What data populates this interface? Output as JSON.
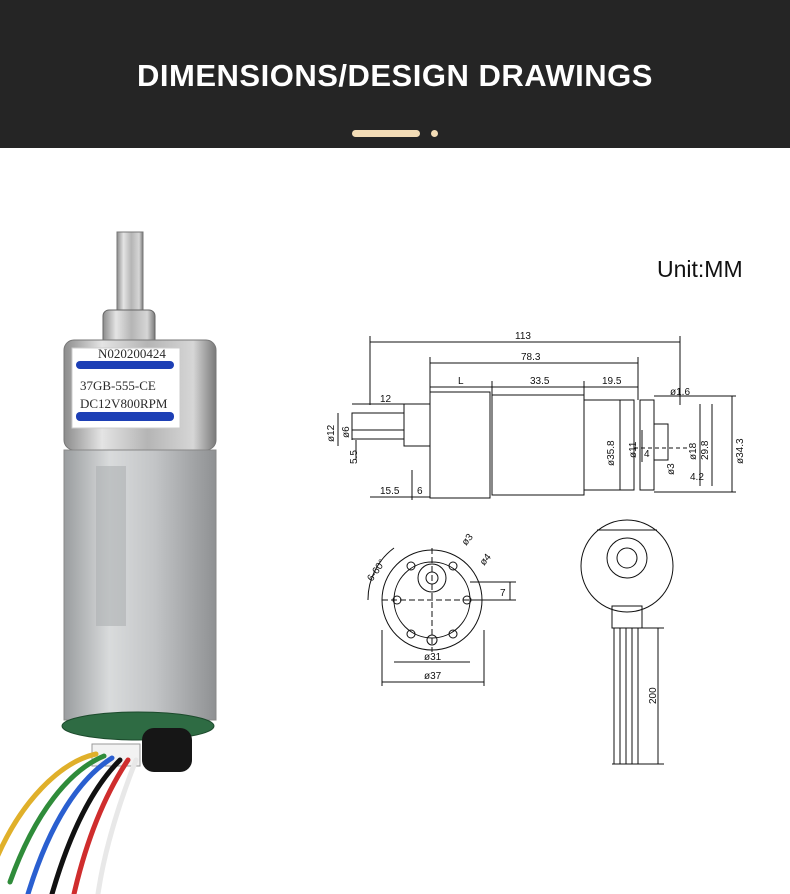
{
  "header": {
    "title": "DIMENSIONS/DESIGN DRAWINGS",
    "background": "#252525",
    "accent_color": "#f3dcb6"
  },
  "unit_label": "Unit:MM",
  "motor_label": {
    "serial": "N020200424",
    "model": "37GB-555-CE",
    "spec": "DC12V800RPM"
  },
  "side_view": {
    "overall_length": "113",
    "body_length": "78.3",
    "gearbox_length": "L",
    "motor_length": "33.5",
    "encoder_length": "19.5",
    "shaft_length": "12",
    "shaft_extension": "15.5",
    "collar_length": "6",
    "collar_diameter": "ø12",
    "shaft_diameter": "ø6",
    "flat_depth": "5.5",
    "body_diameter": "ø35.8",
    "bearing_diameter": "ø11",
    "bearing_gap": "4",
    "pin_diameter": "ø3",
    "encoder_diameter": "ø18",
    "encoder_height": "29.8",
    "encoder_outer": "ø34.3",
    "encoder_pin": "ø1.6",
    "encoder_offset": "4.2"
  },
  "front_view": {
    "mount_angle": "6-60°",
    "hole_small": "ø3",
    "hole_large": "ø4",
    "shaft_offset": "7",
    "bolt_circle": "ø31",
    "outer_diameter": "ø37"
  },
  "rear_view": {
    "cable_length": "200"
  }
}
